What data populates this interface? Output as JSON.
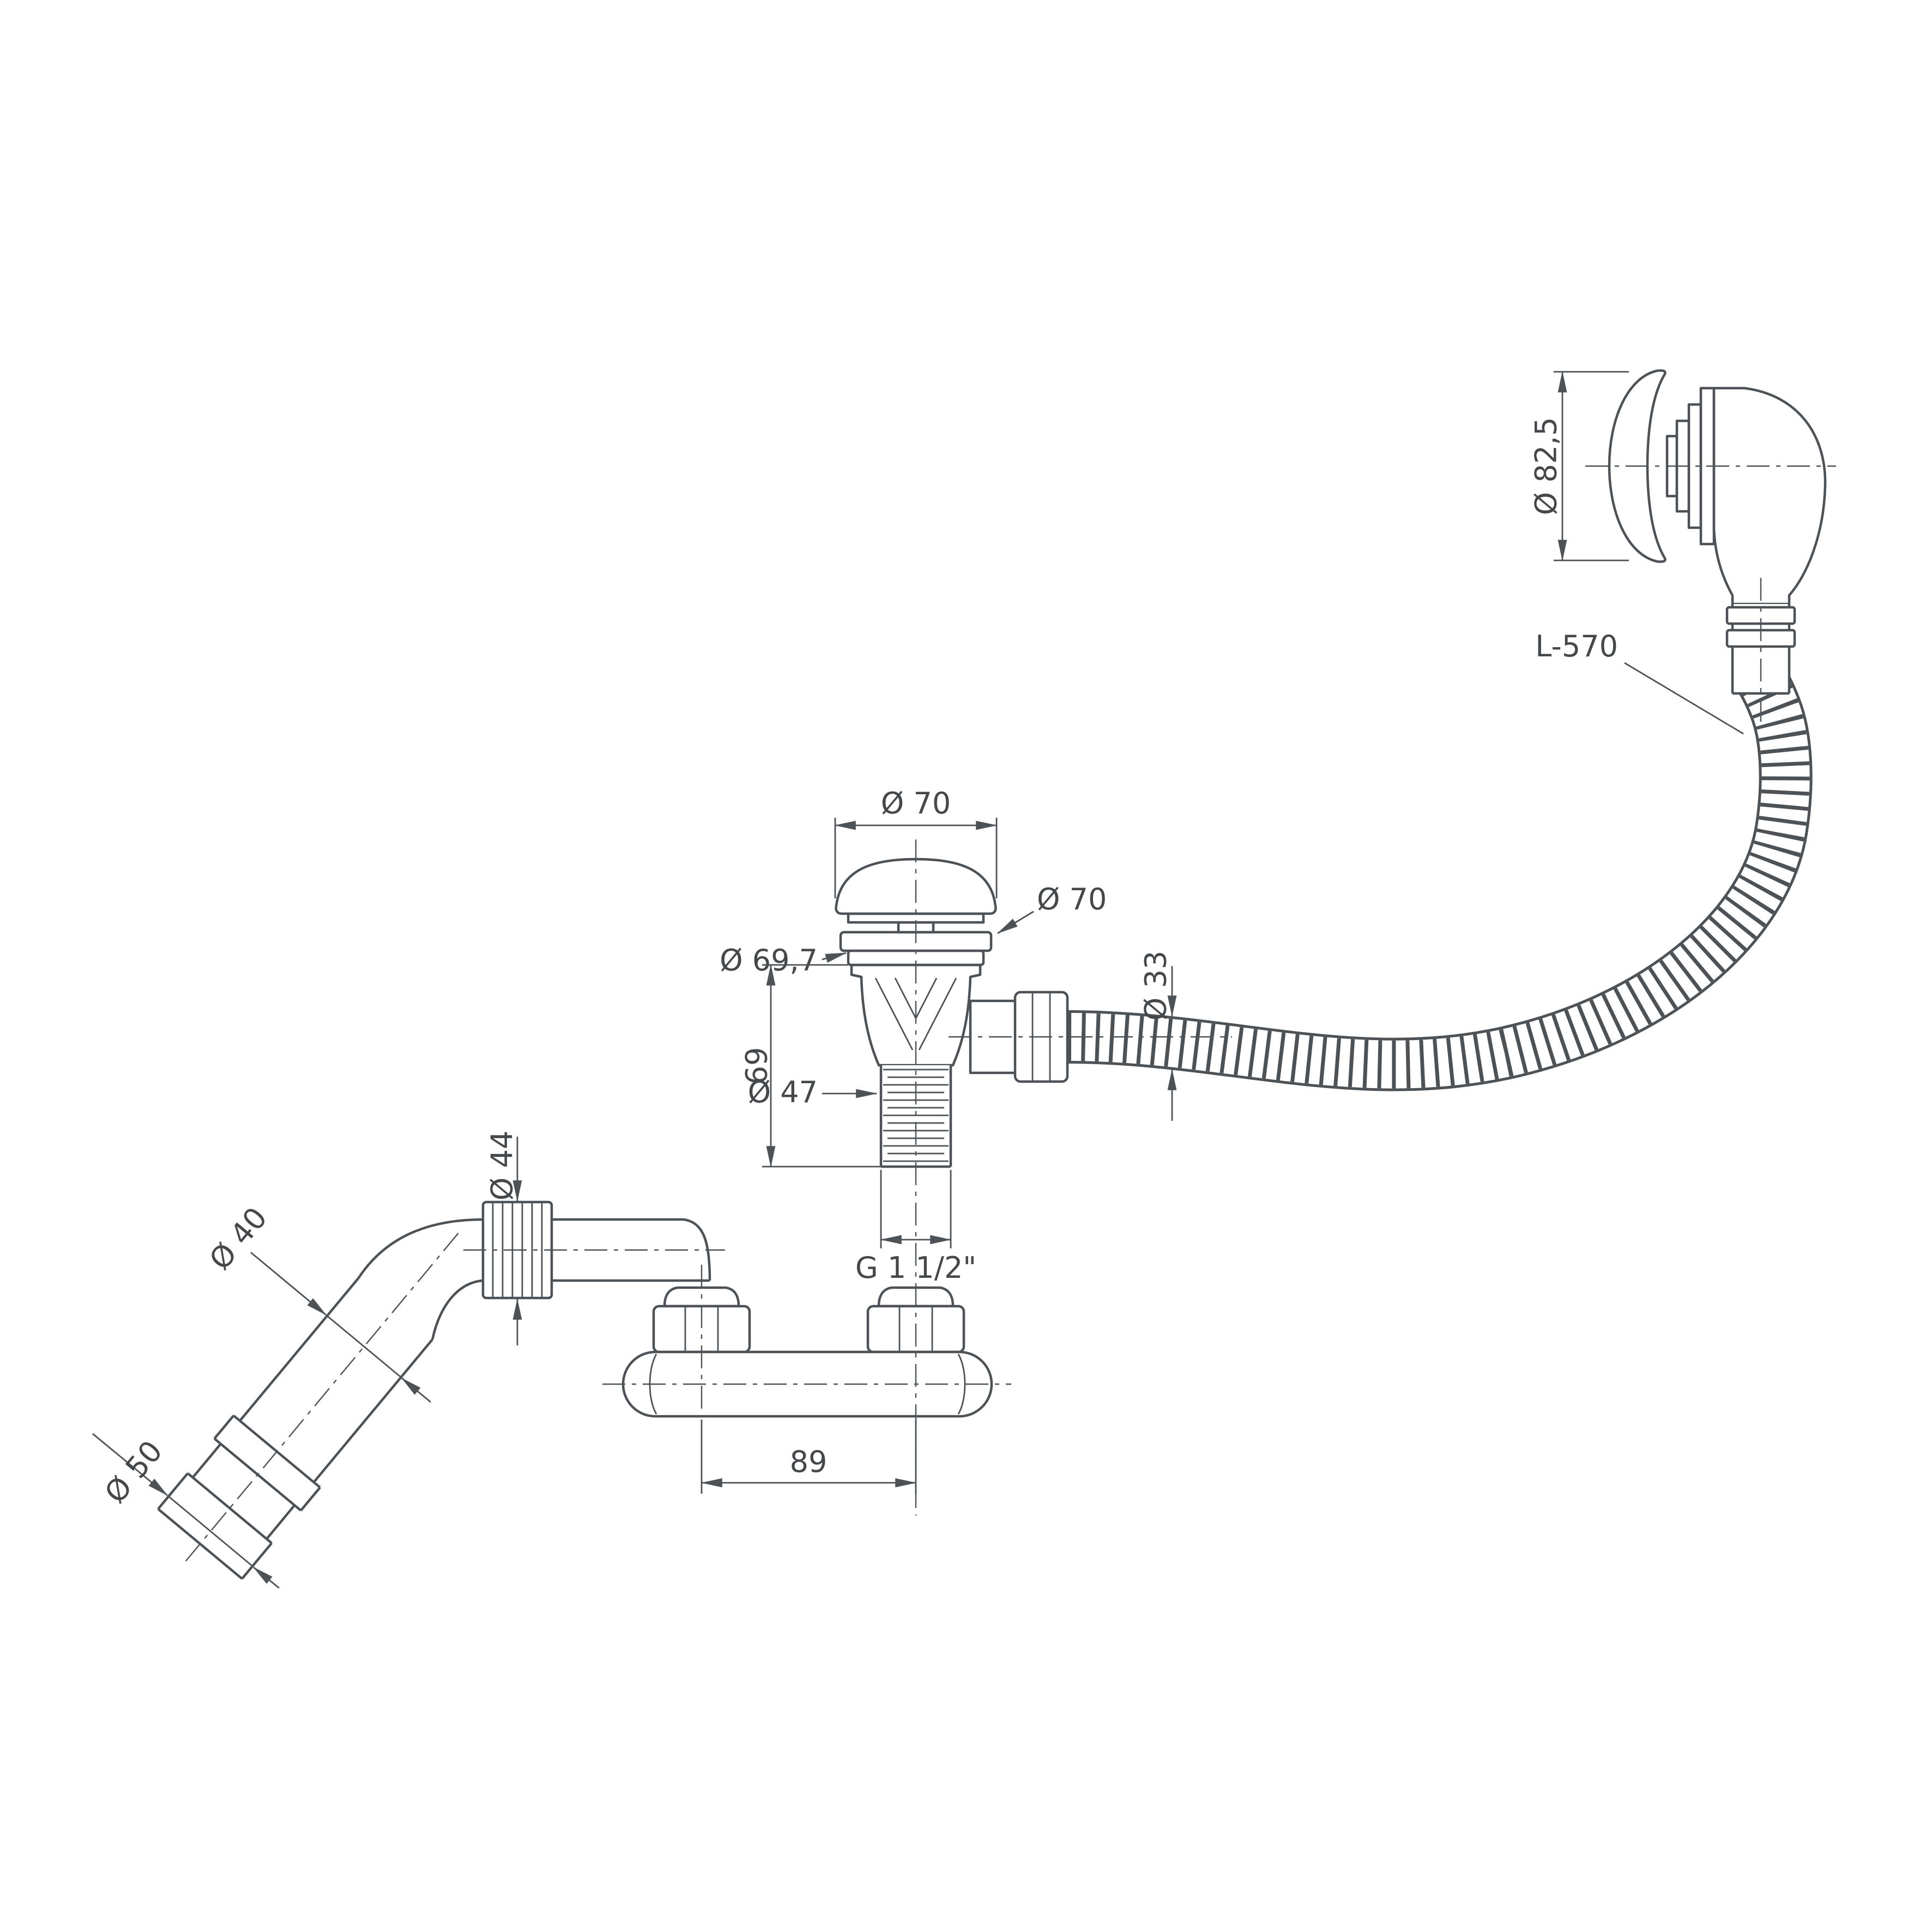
{
  "drawing": {
    "colors": {
      "background": "#ffffff",
      "line": "#4d5257",
      "text": "#45484b"
    },
    "labels": {
      "overflow_cap_diameter": "Ø 82,5",
      "overflow_hose_length": "L-570",
      "plug_cap_diameter_top": "Ø 70",
      "plug_cap_diameter_side": "Ø 70",
      "waste_flange_diameter": "Ø 69,7",
      "hose_diameter": "Ø 33",
      "waste_body_height": "69",
      "waste_thread_diameter": "Ø 47",
      "waste_thread_spec": "G 1 1/2\"",
      "elbow_nut_diameter": "Ø 44",
      "outlet_pipe_diameter": "Ø 40",
      "outlet_end_diameter": "Ø 50",
      "tee_branch_spacing": "89"
    }
  }
}
